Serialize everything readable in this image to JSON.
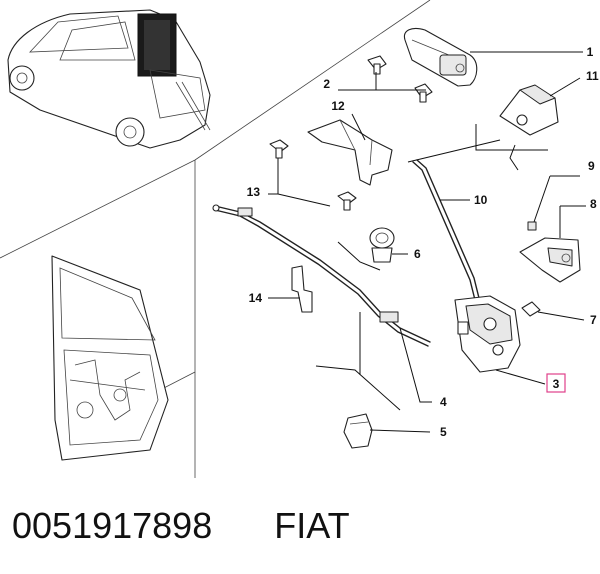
{
  "callouts": [
    {
      "id": "1",
      "label": "1"
    },
    {
      "id": "2",
      "label": "2"
    },
    {
      "id": "3",
      "label": "3"
    },
    {
      "id": "4",
      "label": "4"
    },
    {
      "id": "5",
      "label": "5"
    },
    {
      "id": "6",
      "label": "6"
    },
    {
      "id": "7",
      "label": "7"
    },
    {
      "id": "8",
      "label": "8"
    },
    {
      "id": "9",
      "label": "9"
    },
    {
      "id": "10",
      "label": "10"
    },
    {
      "id": "11",
      "label": "11"
    },
    {
      "id": "12",
      "label": "12"
    },
    {
      "id": "13",
      "label": "13"
    },
    {
      "id": "14",
      "label": "14"
    }
  ],
  "highlight_color": "#e0408a",
  "caption": {
    "part_number": "0051917898",
    "brand": "FIAT"
  }
}
